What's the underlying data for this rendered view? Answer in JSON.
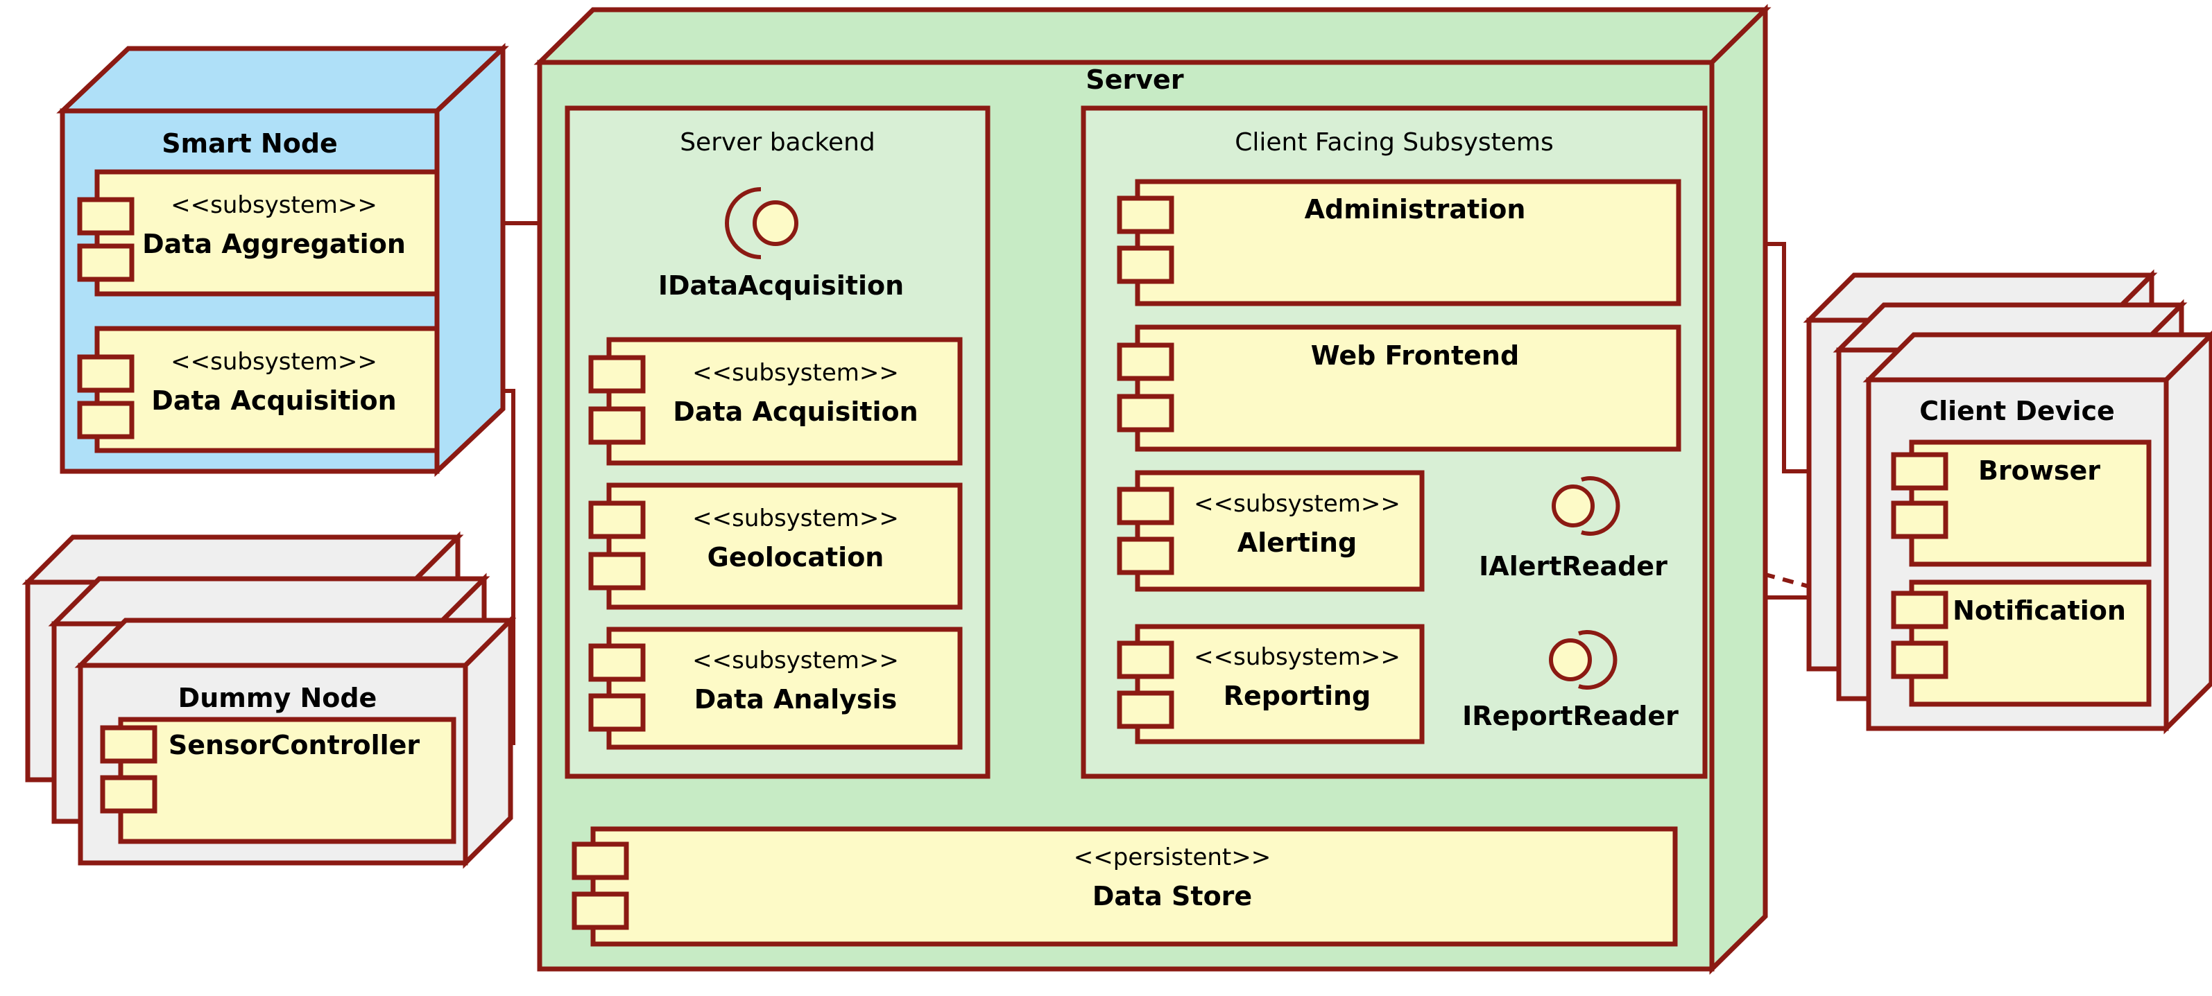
{
  "diagram": {
    "type": "uml-deployment-component-diagram",
    "background": "#FFFFFF",
    "colors": {
      "line": "#8B1A13",
      "component_fill": "#FDFAC7",
      "server_node_fill": "#C7EBC5",
      "server_package_fill": "#D8EFD5",
      "smart_node_fill": "#AFE0F8",
      "grey_node_fill": "#EFEFEF"
    },
    "stereotypes": {
      "subsystem": "<<subsystem>>",
      "persistent": "<<persistent>>"
    }
  },
  "nodes": {
    "smart_node": {
      "title": "Smart Node",
      "fill": "#AFE0F8",
      "components": [
        {
          "stereotype": "<<subsystem>>",
          "name": "Data Aggregation"
        },
        {
          "stereotype": "<<subsystem>>",
          "name": "Data Acquisition"
        }
      ]
    },
    "dummy_node": {
      "title": "Dummy Node",
      "fill": "#EFEFEF",
      "stacked": 3,
      "components": [
        {
          "stereotype": "",
          "name": "SensorController"
        }
      ]
    },
    "server": {
      "title": "Server",
      "fill": "#C7EBC5",
      "packages": [
        {
          "title": "Server backend",
          "fill": "#D8EFD5",
          "components": [
            {
              "stereotype": "<<subsystem>>",
              "name": "Data Acquisition"
            },
            {
              "stereotype": "<<subsystem>>",
              "name": "Geolocation"
            },
            {
              "stereotype": "<<subsystem>>",
              "name": "Data Analysis"
            }
          ]
        },
        {
          "title": "Client Facing Subsystems",
          "fill": "#D8EFD5",
          "components": [
            {
              "stereotype": "",
              "name": "Administration"
            },
            {
              "stereotype": "",
              "name": "Web Frontend"
            },
            {
              "stereotype": "<<subsystem>>",
              "name": "Alerting"
            },
            {
              "stereotype": "<<subsystem>>",
              "name": "Reporting"
            }
          ]
        }
      ],
      "data_store": {
        "stereotype": "<<persistent>>",
        "name": "Data Store"
      }
    },
    "client_device": {
      "title": "Client Device",
      "fill": "#EFEFEF",
      "stacked": 3,
      "components": [
        {
          "stereotype": "",
          "name": "Browser"
        },
        {
          "stereotype": "",
          "name": "Notification"
        }
      ]
    }
  },
  "interfaces": [
    {
      "name": "IDataAcquisition",
      "provider": "Server backend / Data Acquisition",
      "consumer": "Smart Node / Data Aggregation"
    },
    {
      "name": "IAlertReader",
      "provider": "Alerting",
      "consumer": "Client Device / Notification"
    },
    {
      "name": "IReportReader",
      "provider": "Reporting",
      "consumer": "Client Device / Browser"
    }
  ]
}
